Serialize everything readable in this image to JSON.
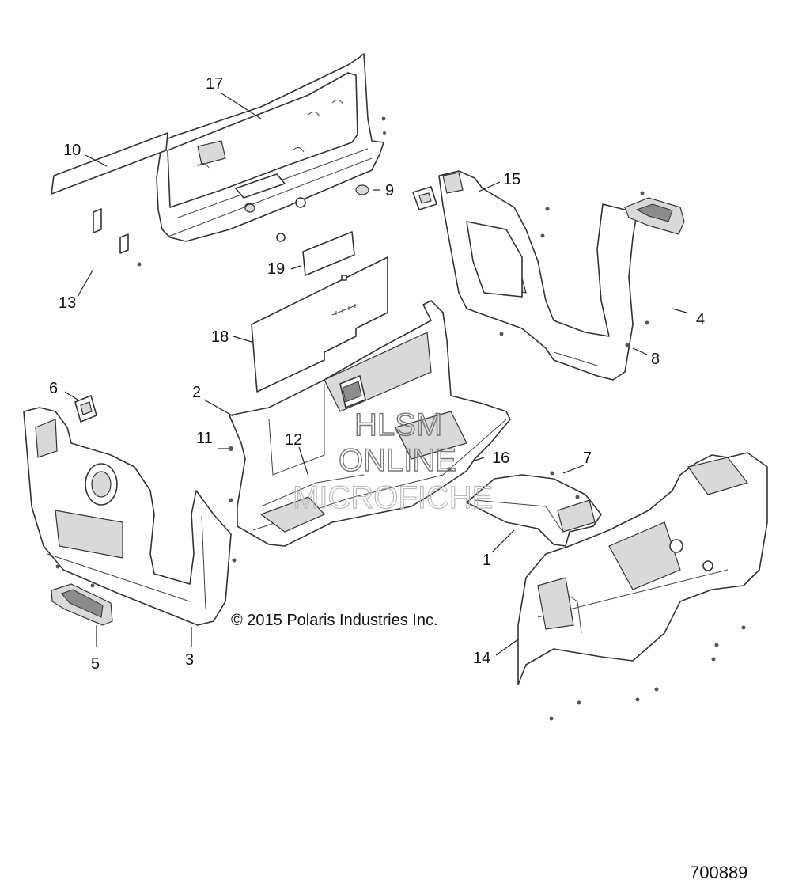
{
  "copyright": "© 2015 Polaris Industries Inc.",
  "document_number": "700889",
  "watermark": {
    "line1": "HLSM",
    "line2": "ONLINE",
    "line3": "MICROFICHE"
  },
  "callouts": {
    "c1": "1",
    "c2": "2",
    "c3": "3",
    "c4": "4",
    "c5": "5",
    "c6": "6",
    "c7": "7",
    "c8": "8",
    "c9": "9",
    "c10": "10",
    "c11": "11",
    "c12": "12",
    "c13": "13",
    "c14": "14",
    "c15": "15",
    "c16": "16",
    "c17": "17",
    "c18": "18",
    "c19": "19"
  }
}
